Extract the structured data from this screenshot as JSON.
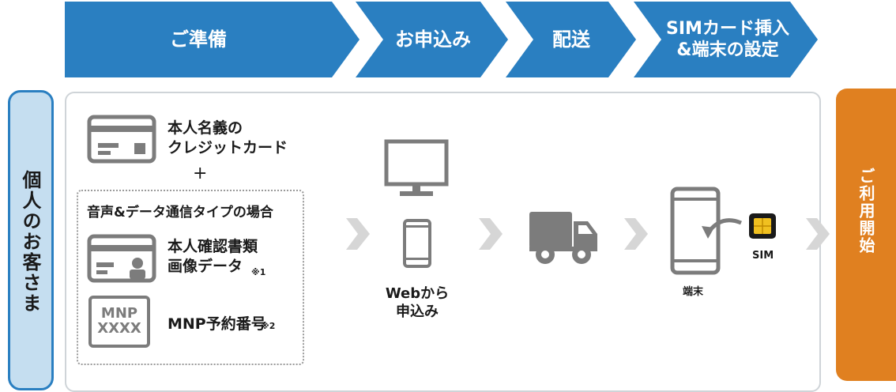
{
  "colors": {
    "step_blue": "#2a7fc1",
    "customer_fill": "#c5def0",
    "customer_border": "#2a7fc1",
    "start_orange": "#e08020",
    "icon_gray": "#7c7c7c",
    "arrow_gray": "#d6d6d6",
    "sim_gold": "#f0c020"
  },
  "steps": [
    {
      "label": "ご準備"
    },
    {
      "label": "お申込み"
    },
    {
      "label": "配送"
    },
    {
      "label": "SIMカード挿入\n&端末の設定"
    }
  ],
  "customer_label": "個人のお客さま",
  "start_label": "ご利用開始",
  "prep": {
    "credit_card": "本人名義の\nクレジットカード",
    "plus": "+",
    "voice_data_heading": "音声&データ通信タイプの場合",
    "id_docs": "本人確認書類\n画像データ",
    "id_docs_note": "※1",
    "mnp_badge_top": "MNP",
    "mnp_badge_bottom": "XXXX",
    "mnp_label": "MNP予約番号",
    "mnp_note": "※2"
  },
  "apply": {
    "label": "Webから\n申込み"
  },
  "setup": {
    "device_label": "端末",
    "sim_label": "SIM"
  },
  "icons": [
    "credit-card-icon",
    "id-card-icon",
    "mnp-badge-icon",
    "monitor-icon",
    "smartphone-icon",
    "truck-icon",
    "sim-card-icon",
    "curved-arrow-icon"
  ]
}
